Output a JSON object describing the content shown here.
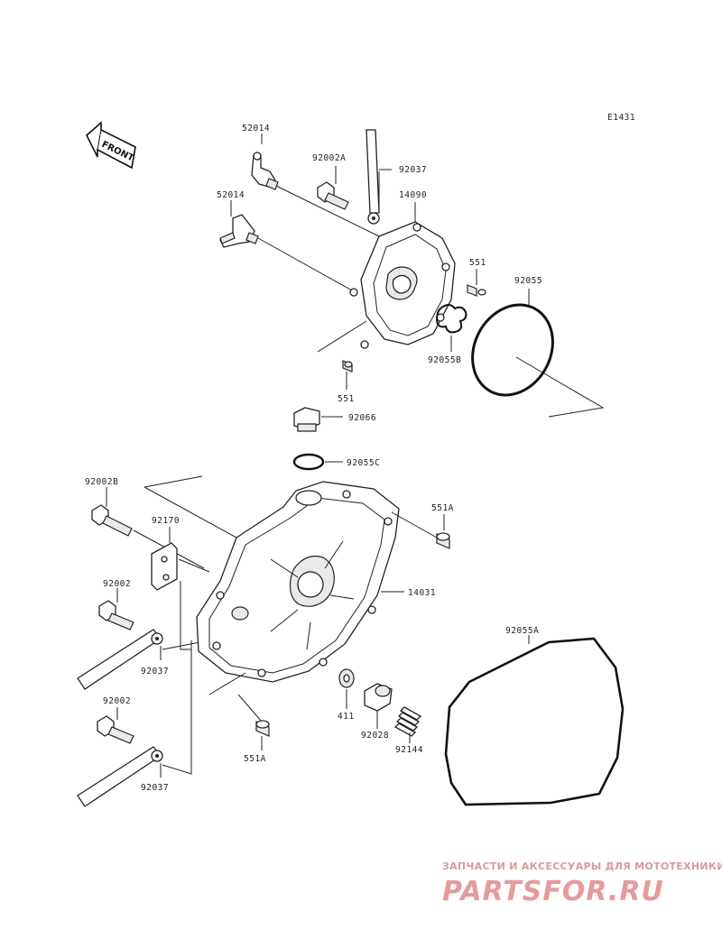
{
  "diagram_code": "E1431",
  "front_label": "FRONT",
  "labels": {
    "p52014_top": "52014",
    "p52014_mid": "52014",
    "p92002A": "92002A",
    "p92037_top": "92037",
    "p14090": "14090",
    "p551_top": "551",
    "p92055": "92055",
    "p92055B": "92055B",
    "p551_mid": "551",
    "p92066": "92066",
    "p92055C": "92055C",
    "p92002B": "92002B",
    "p92170": "92170",
    "p551A_top": "551A",
    "p14031": "14031",
    "p92002_a": "92002",
    "p92037_mid": "92037",
    "p92002_b": "92002",
    "p92037_bot": "92037",
    "p411": "411",
    "p92028": "92028",
    "p92144": "92144",
    "p551A_bot": "551A",
    "p92055A": "92055A"
  },
  "watermark": {
    "tagline": "ЗАПЧАСТИ И АКСЕССУАРЫ ДЛЯ МОТОТЕХНИКИ",
    "logo": "PARTSFOR.RU",
    "color": "#e79a9a"
  }
}
